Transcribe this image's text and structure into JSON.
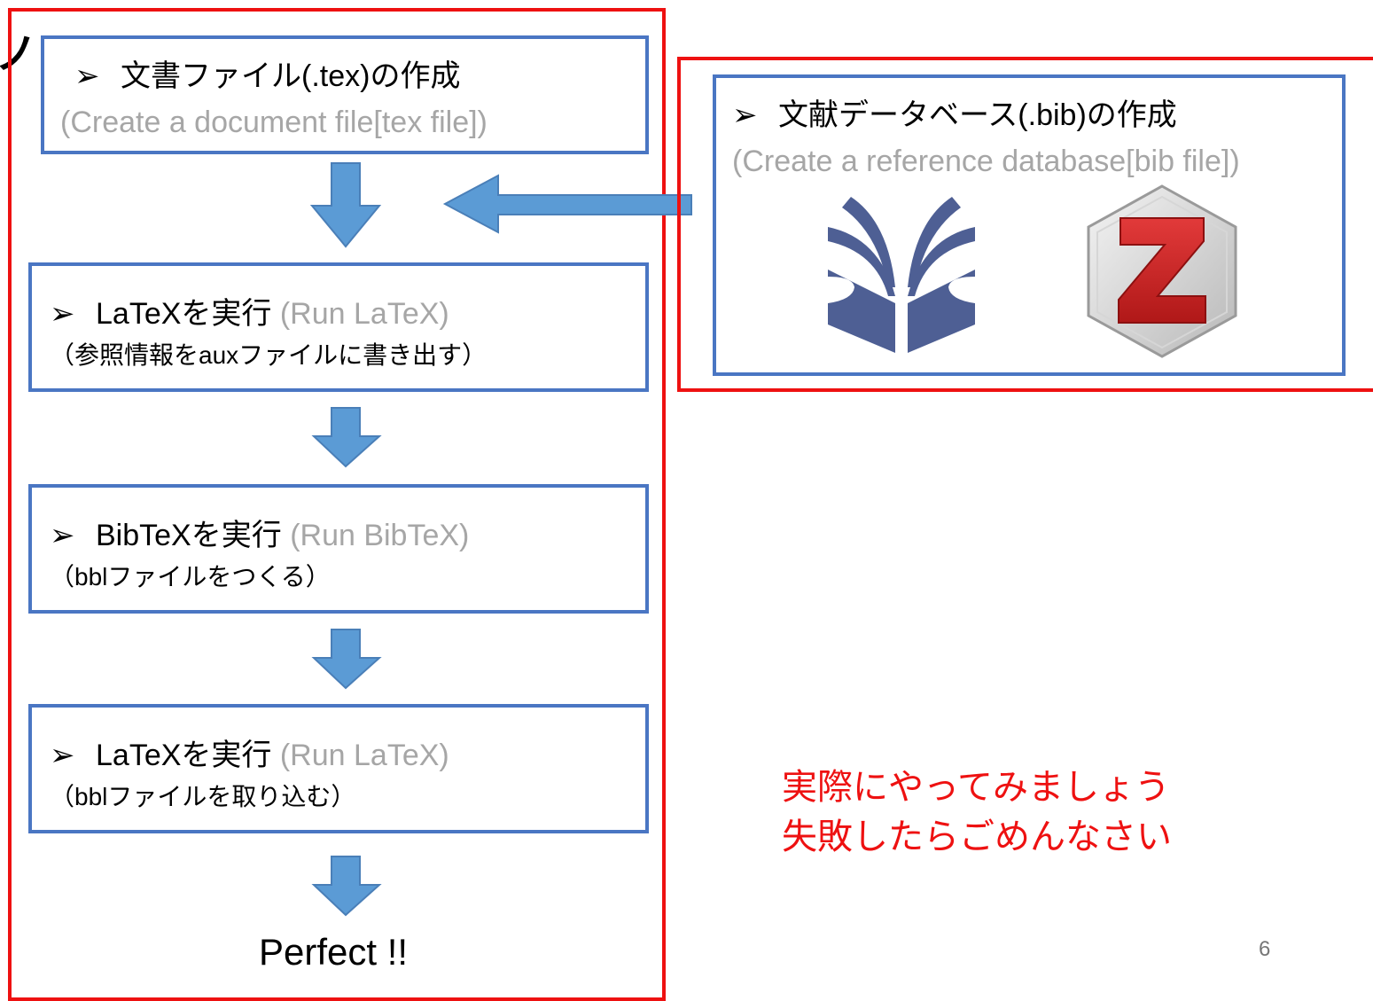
{
  "colors": {
    "red_frame": "#ee1111",
    "blue_border": "#4a76c3",
    "arrow_fill": "#5b9bd5",
    "gray_text": "#a6a6a6",
    "note_text": "#ee1111"
  },
  "corner_mark": "ノ",
  "bullet_glyph": "➢",
  "left_flow": {
    "step1": {
      "title": "文書ファイル(.tex)の作成",
      "subtitle": "(Create a document file[tex file])"
    },
    "step2": {
      "title": "LaTeXを実行",
      "english": "(Run LaTeX)",
      "detail": "（参照情報をauxファイルに書き出す）"
    },
    "step3": {
      "title": "BibTeXを実行",
      "english": "(Run BibTeX)",
      "detail": "（bblファイルをつくる）"
    },
    "step4": {
      "title": "LaTeXを実行",
      "english": "(Run LaTeX)",
      "detail": "（bblファイルを取り込む）"
    },
    "result": "Perfect !!"
  },
  "right_panel": {
    "title": "文献データベース(.bib)の作成",
    "subtitle": "(Create a reference database[bib file])",
    "icons": [
      "jabref-logo-icon",
      "zotero-logo-icon"
    ]
  },
  "note": {
    "line1": "実際にやってみましょう",
    "line2": "失敗したらごめんなさい"
  },
  "page_number": "6"
}
